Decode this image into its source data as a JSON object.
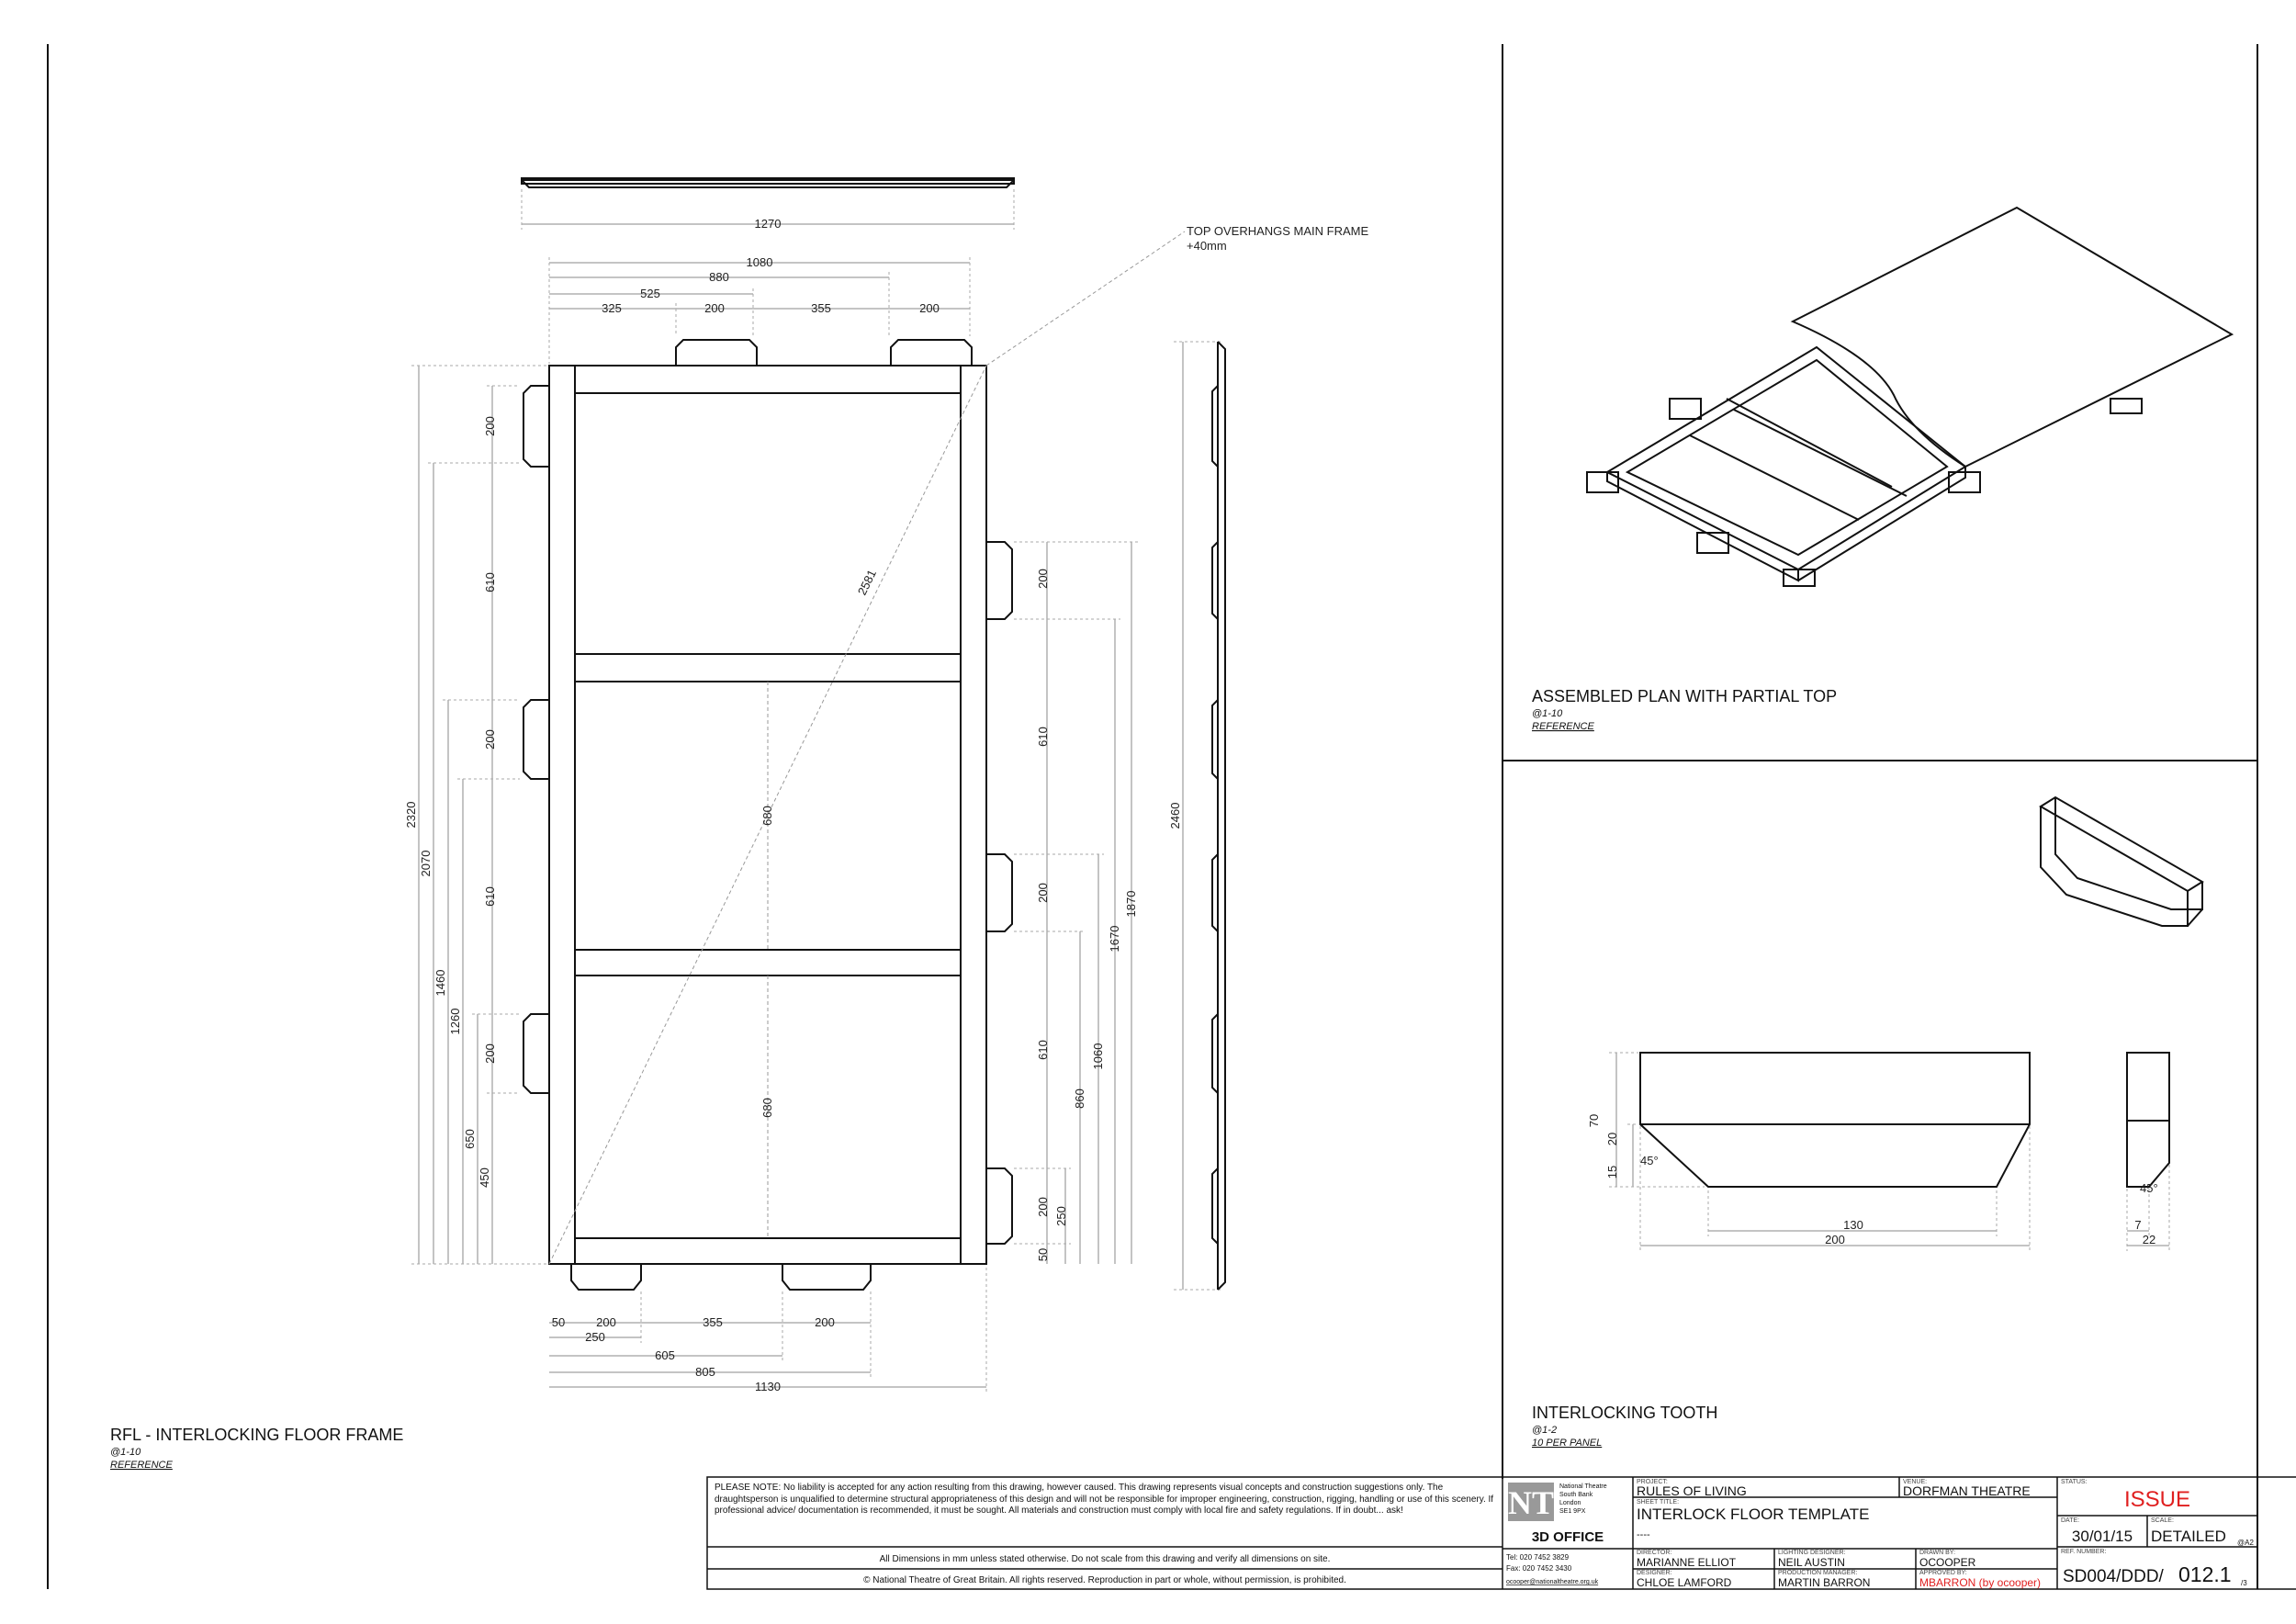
{
  "views": {
    "main": {
      "title": "RFL - INTERLOCKING FLOOR FRAME",
      "scale": "@1-10",
      "note": "REFERENCE"
    },
    "assembled": {
      "title": "ASSEMBLED PLAN WITH PARTIAL TOP",
      "scale": "@1-10",
      "note": "REFERENCE"
    },
    "tooth": {
      "title": "INTERLOCKING TOOTH",
      "scale": "@1-2",
      "note": "10 PER PANEL"
    }
  },
  "annotation": {
    "line1": "TOP OVERHANGS MAIN FRAME",
    "line2": "+40mm"
  },
  "dims": {
    "top_overall": "1270",
    "t1080": "1080",
    "t880": "880",
    "t525": "525",
    "t325": "325",
    "t200a": "200",
    "t355": "355",
    "t200b": "200",
    "bottom": {
      "b50": "50",
      "b200a": "200",
      "b355": "355",
      "b200b": "200",
      "b250": "250",
      "b605": "605",
      "b805": "805",
      "b1130": "1130"
    },
    "left": {
      "l2320": "2320",
      "l2070": "2070",
      "l1460": "1460",
      "l1260": "1260",
      "l650": "650",
      "l450": "450",
      "l200a": "200",
      "l610a": "610",
      "l200b": "200",
      "l610b": "610",
      "l200c": "200"
    },
    "right": {
      "r200a": "200",
      "r610a": "610",
      "r200b": "200",
      "r610b": "610",
      "r200c": "200",
      "r250": "250",
      "r50": "50",
      "r1870": "1870",
      "r1670": "1670",
      "r1060": "1060",
      "r860": "860"
    },
    "inner": {
      "diag": "2581",
      "d680a": "680",
      "d680b": "680"
    },
    "side": {
      "s2460": "2460"
    },
    "tooth": {
      "h70": "70",
      "h20": "20",
      "h15": "15",
      "a45a": "45°",
      "w130": "130",
      "w200": "200",
      "w7": "7",
      "w22": "22",
      "a45b": "45°"
    }
  },
  "titleblock": {
    "disclaimer": "PLEASE NOTE: No liability is accepted for any action resulting from this drawing, however caused.  This drawing represents visual concepts and construction suggestions only.  The draughtsperson is unqualified to determine structural appropriateness of this design and will not be responsible for improper engineering, construction, rigging, handling or use of this scenery. If professional advice/ documentation is recommended, it must be sought.  All materials and construction must comply with local fire and safety regulations.  If in doubt... ask!",
    "dims_note": "All Dimensions in mm unless stated otherwise.  Do not scale from this drawing and verify all dimensions on site.",
    "copyright": "© National Theatre of Great Britain. All rights reserved.  Reproduction in part or whole, without permission, is prohibited.",
    "logo": "NT",
    "address": [
      "National Theatre",
      "South Bank",
      "London",
      "SE1 9PX"
    ],
    "office": "3D OFFICE",
    "tel": "Tel: 020 7452 3829",
    "fax": "Fax: 020 7452 3430",
    "email": "ocooper@nationaltheatre.org.uk",
    "project_label": "PROJECT:",
    "project": "RULES OF LIVING",
    "venue_label": "VENUE:",
    "venue": "DORFMAN THEATRE",
    "sheet_label": "SHEET TITLE:",
    "sheet": "INTERLOCK FLOOR TEMPLATE",
    "sheet_sub": "----",
    "status_label": "STATUS:",
    "status": "ISSUE",
    "date_label": "DATE:",
    "date": "30/01/15",
    "scale_label": "SCALE:",
    "scale": "DETAILED",
    "scale_sub": "@A2",
    "ref_label": "REF. NUMBER:",
    "ref": "SD004/DDD/",
    "ref_num": "012.1",
    "ref_sub": "/3",
    "director_label": "DIRECTOR:",
    "director": "MARIANNE ELLIOT",
    "lighting_label": "LIGHTING DESIGNER:",
    "lighting": "NEIL AUSTIN",
    "drawn_label": "DRAWN BY:",
    "drawn": "OCOOPER",
    "designer_label": "DESIGNER:",
    "designer": "CHLOE LAMFORD",
    "pm_label": "PRODUCTION MANAGER:",
    "pm": "MARTIN BARRON",
    "approved_label": "APPROVED BY:",
    "approved": "MBARRON (by ocooper)"
  },
  "colors": {
    "line": "#111111",
    "dim": "#888888",
    "accent": "#e02020"
  }
}
